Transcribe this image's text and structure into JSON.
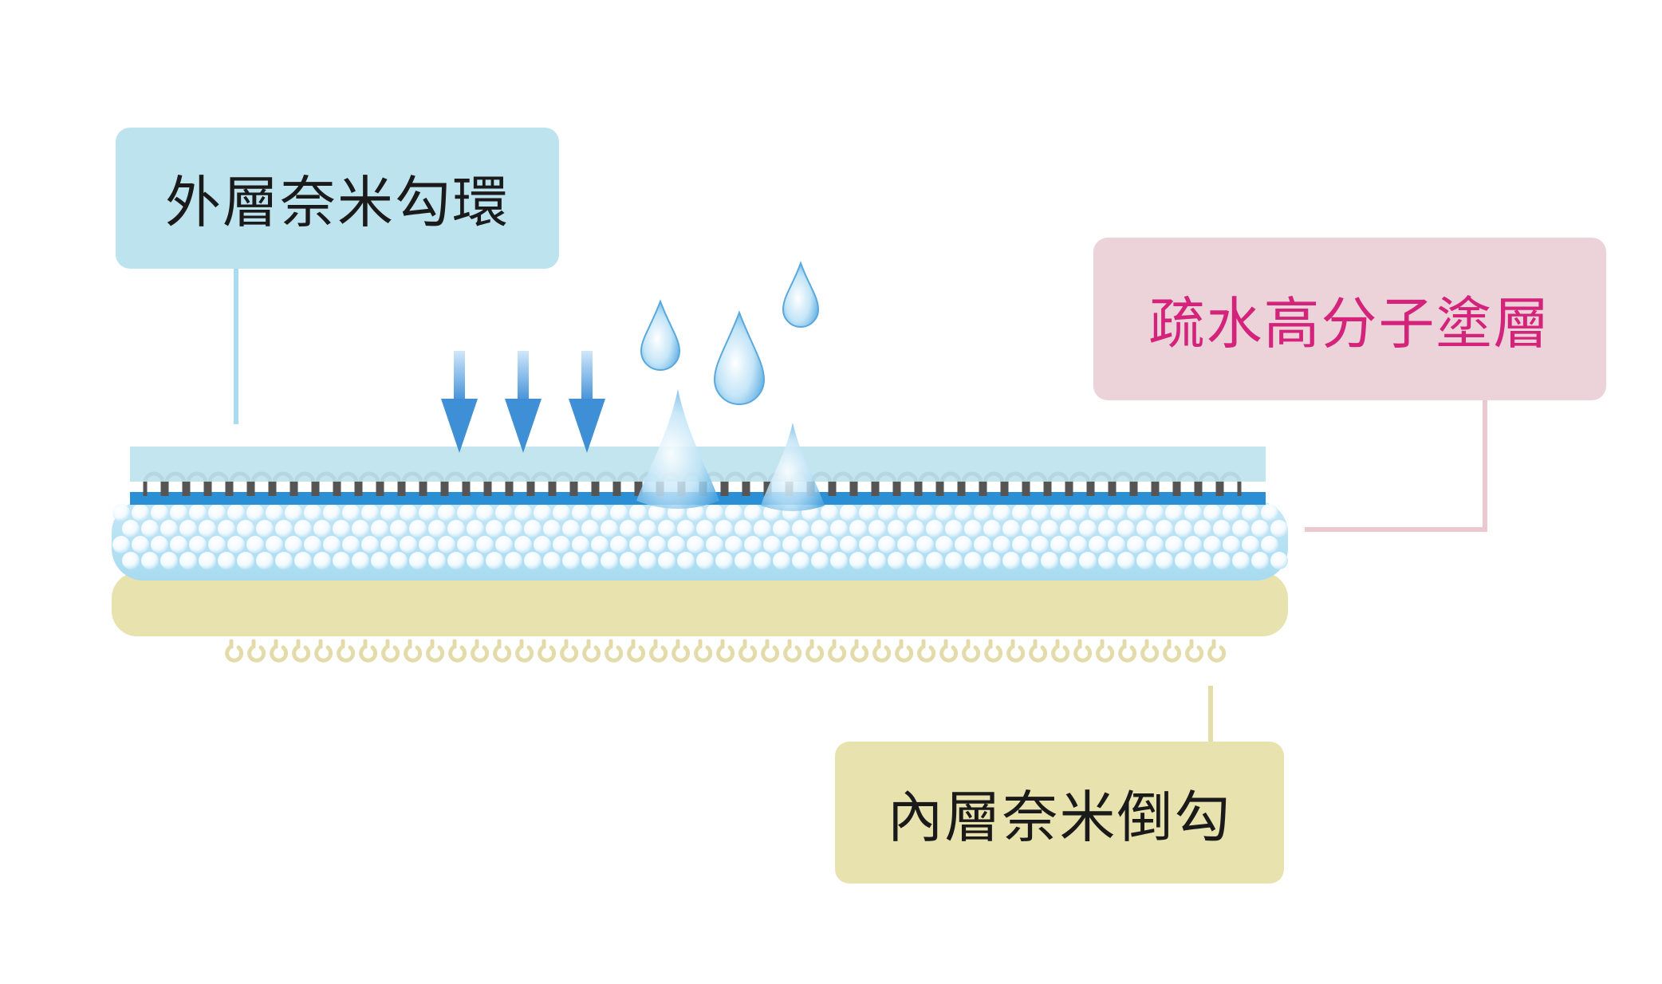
{
  "labels": {
    "outer": "外層奈米勾環",
    "coating": "疏水高分子塗層",
    "inner": "內層奈米倒勾"
  },
  "colors": {
    "outer_box_bg": "#bde3ef",
    "outer_text": "#1a1a1a",
    "coating_box_bg": "#ecd3da",
    "coating_text": "#d4237a",
    "inner_box_bg": "#e8e3ae",
    "inner_text": "#1a1a1a",
    "outer_line": "#a9dcee",
    "coating_line": "#ecc8d0",
    "inner_line": "#e3dda8",
    "fabric_top": "#bde3ef",
    "loop_stroke": "#555555",
    "blue_band": "#2b8fd6",
    "bead_fill": "#ffffff",
    "bead_shade": "#bfe3f5",
    "base_layer": "#e8e3ae",
    "hook_stroke": "#e3dcaa",
    "arrow_dark": "#3f8fd6",
    "arrow_light": "#cfe7fa",
    "droplet_light": "#eef8ff",
    "droplet_dark": "#4fa6df"
  },
  "icons": {
    "arrows": "down-arrow-icon",
    "droplets": "water-droplet-icon"
  }
}
